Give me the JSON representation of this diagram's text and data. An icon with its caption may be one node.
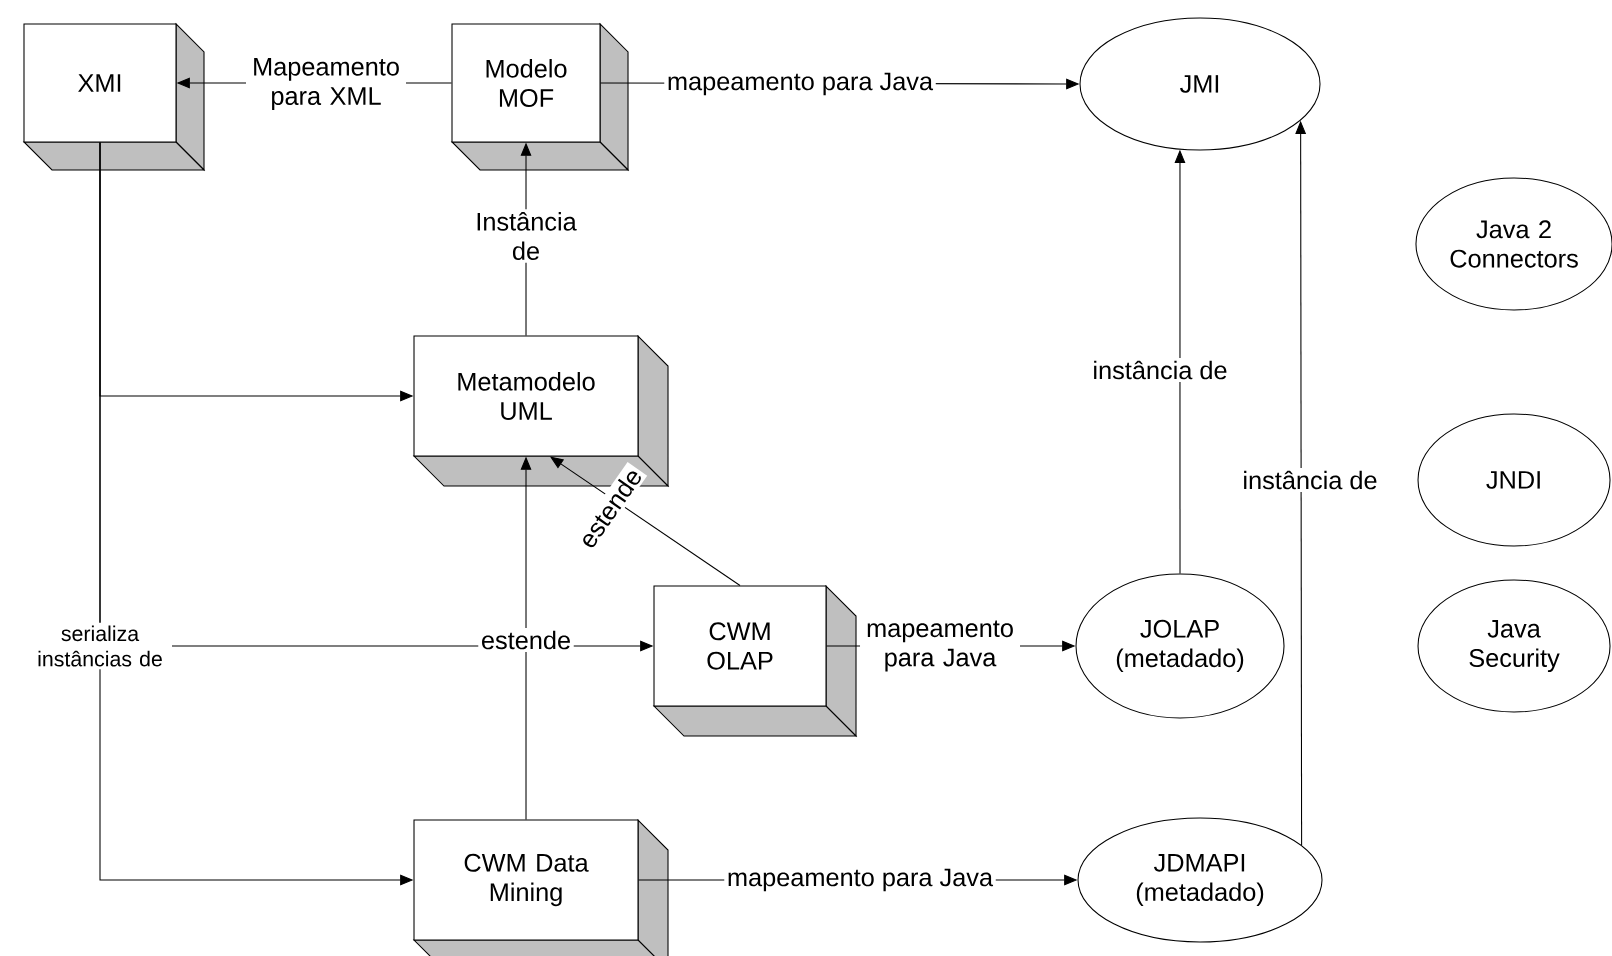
{
  "diagram": {
    "nodes": [
      {
        "text": [
          "XMI"
        ]
      },
      {
        "text": [
          "Modelo MOF"
        ]
      },
      {
        "text": [
          "JMI"
        ]
      },
      {
        "text": [
          "Java 2 Connectors"
        ]
      },
      {
        "text": [
          "Metamodelo UML"
        ]
      },
      {
        "text": [
          "JNDI"
        ]
      },
      {
        "text": [
          "CWM OLAP"
        ]
      },
      {
        "text": [
          "JOLAP (metadado)"
        ]
      },
      {
        "text": [
          "Java Security"
        ]
      },
      {
        "text": [
          "CWM Data Mining"
        ]
      },
      {
        "text": [
          "JDMAPI (metadado)"
        ]
      }
    ],
    "edges": [
      {
        "from": 1,
        "to": 0,
        "arrow": "to",
        "label": "Mapeamento para XML"
      },
      {
        "from": 1,
        "to": 2,
        "arrow": "to",
        "label": "mapeamento para Java"
      },
      {
        "from": 4,
        "to": 1,
        "arrow": "to",
        "label": "Instância de"
      },
      {
        "from": 0,
        "to": 4,
        "arrow": "to"
      },
      {
        "from": 0,
        "to": 6,
        "arrow": "to",
        "label": "serializa instâncias de"
      },
      {
        "from": 0,
        "to": 9,
        "arrow": "to"
      },
      {
        "from": 6,
        "to": 4,
        "arrow": "to",
        "label": "estende"
      },
      {
        "from": 9,
        "to": 4,
        "arrow": "to",
        "label": "estende"
      },
      {
        "from": 6,
        "to": 7,
        "arrow": "to",
        "label": "mapeamento para Java"
      },
      {
        "from": 9,
        "to": 10,
        "arrow": "to",
        "label": "mapeamento para Java"
      },
      {
        "from": 7,
        "to": 2,
        "arrow": "to",
        "label": "instância de"
      },
      {
        "from": 10,
        "to": 2,
        "arrow": "to",
        "label": "instância de"
      }
    ]
  }
}
